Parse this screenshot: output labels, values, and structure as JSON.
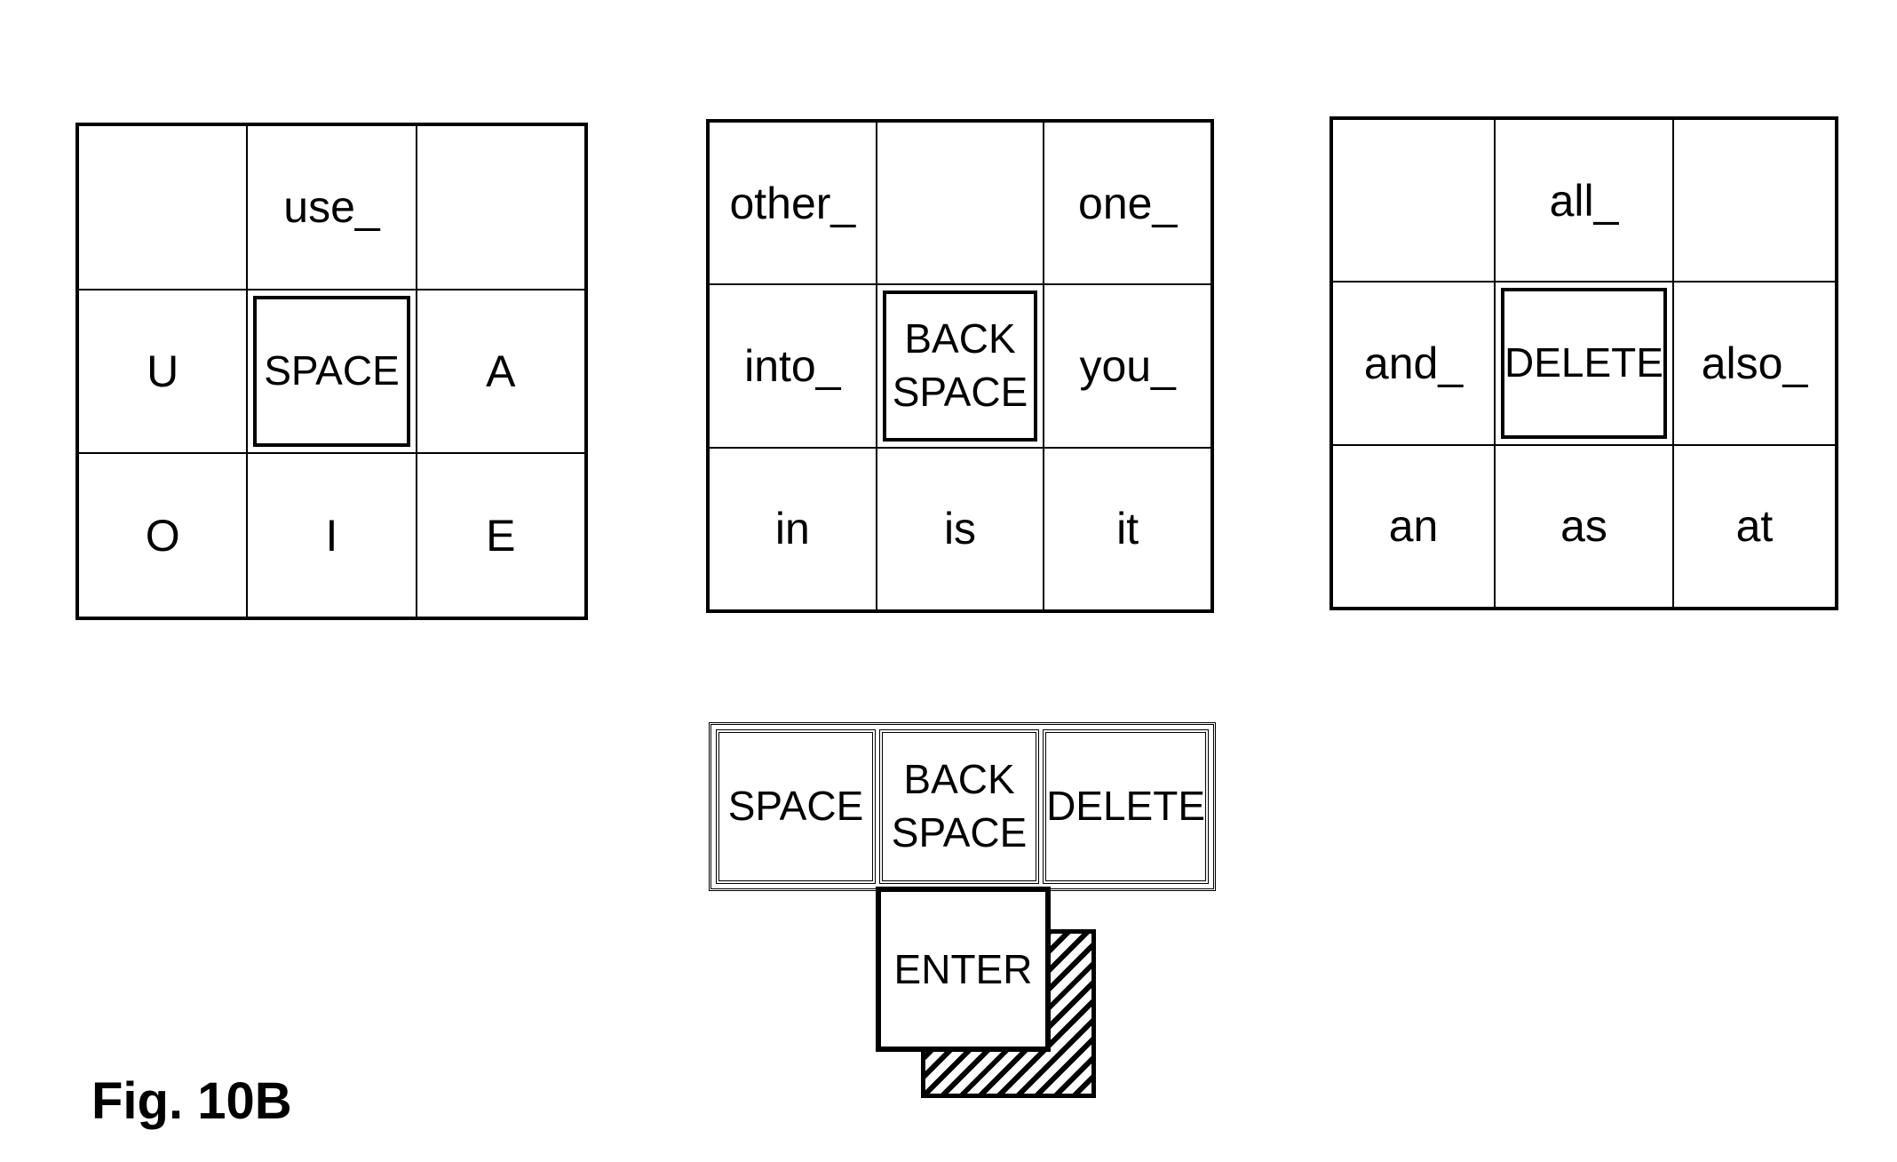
{
  "grids": [
    {
      "cells": [
        "",
        "use_",
        "",
        "U",
        "SPACE",
        "A",
        "O",
        "I",
        "E"
      ]
    },
    {
      "cells": [
        "other_",
        "",
        "one_",
        "into_",
        "BACK\nSPACE",
        "you_",
        "in",
        "is",
        "it"
      ]
    },
    {
      "cells": [
        "",
        "all_",
        "",
        "and_",
        "DELETE",
        "also_",
        "an",
        "as",
        "at"
      ]
    }
  ],
  "bottom_keys": {
    "space": "SPACE",
    "backspace": "BACK\nSPACE",
    "delete": "DELETE",
    "enter": "ENTER"
  },
  "figure_label": "Fig. 10B"
}
